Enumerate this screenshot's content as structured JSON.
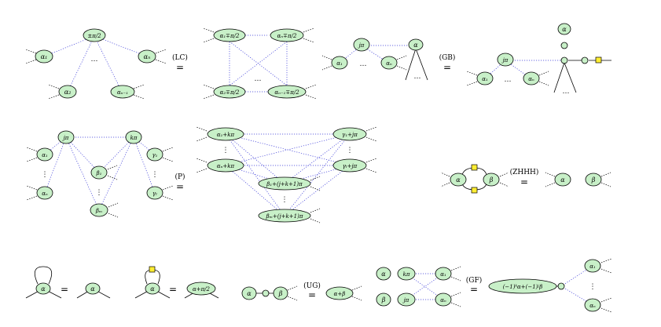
{
  "rules": {
    "lc": "(LC)",
    "gb": "(GB)",
    "p": "(P)",
    "zhhh": "(ZHHH)",
    "ug": "(UG)",
    "gf": "(GF)"
  },
  "eq_sign": "=",
  "ellipsis": "…",
  "vdots": "⋮",
  "lc": {
    "center": "±π/2",
    "left": "α₁",
    "right": "αₙ",
    "bottom_left": "α₂",
    "bottom_right": "αₙ₋₁",
    "r_top_left": "α₁∓π/2",
    "r_top_right": "αₙ∓π/2",
    "r_bot_left": "α₂∓π/2",
    "r_bot_right": "αₙ₋₁∓π/2"
  },
  "gb": {
    "jpi": "jπ",
    "alpha": "α",
    "a1": "α₁",
    "an": "αₙ"
  },
  "p": {
    "jpi": "jπ",
    "kpi": "kπ",
    "a1": "α₁",
    "an": "αₙ",
    "b1": "β₁",
    "bm": "βₘ",
    "g1": "γ₁",
    "gl": "γₗ",
    "r_a1": "α₁+kπ",
    "r_an": "αₙ+kπ",
    "r_g1": "γ₁+jπ",
    "r_gl": "γₗ+jπ",
    "r_b1": "β₁+(j+k+1)π",
    "r_bm": "βₘ+(j+k+1)π"
  },
  "zhhh": {
    "alpha": "α",
    "beta": "β"
  },
  "bottom": {
    "alpha": "α",
    "alpha_pi2": "α+π/2",
    "beta": "β",
    "alpha_plus_beta": "α+β",
    "kpi": "kπ",
    "jpi": "jπ",
    "a1": "α₁",
    "an": "αₙ",
    "gf_result": "(−1)ᵏα+(−1)ʲβ"
  }
}
